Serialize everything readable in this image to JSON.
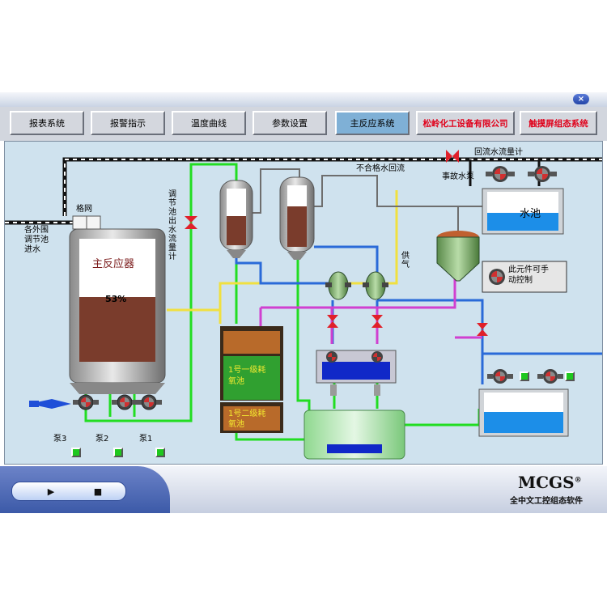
{
  "window": {
    "close_glyph": "×"
  },
  "menu": [
    {
      "label": "报表系统",
      "active": false
    },
    {
      "label": "报警指示",
      "active": false
    },
    {
      "label": "温度曲线",
      "active": false
    },
    {
      "label": "参数设置",
      "active": false
    },
    {
      "label": "主反应系统",
      "active": true
    },
    {
      "label": "松岭化工设备有限公司",
      "active": false
    },
    {
      "label": "触摸屏组态系统",
      "active": false
    }
  ],
  "process": {
    "grid_label": "格网",
    "inlet_label": "各外围调节池进水",
    "reactor_label": "主反应器",
    "reactor_level": "53%",
    "reactor_level_fraction": 0.53,
    "outflow_meter_label": "调节池出水流量计",
    "reject_label": "不合格水回流",
    "return_meter_label": "回流水流量计",
    "emergency_pump_label": "事故水泵",
    "water_tank_label": "水池",
    "air_label": "供气",
    "manual_note": "此元件可手动控制",
    "tank1_label": "1号一级耗氧池",
    "tank2_label": "1号二级耗氧池",
    "pumps": [
      "泵3",
      "泵2",
      "泵1"
    ]
  },
  "footer": {
    "play_glyph": "▶",
    "stop_glyph": "■",
    "brand": "MCGS",
    "brand_mark": "®",
    "brand_sub": "全中文工控组态软件"
  },
  "colors": {
    "pipe_green": "#22dd22",
    "pipe_blue": "#2a6ad8",
    "pipe_magenta": "#d040d0",
    "pipe_yellow": "#f0e040",
    "pipe_black": "#111111",
    "sludge": "#7a3c2c",
    "water": "#1c8ee8"
  }
}
